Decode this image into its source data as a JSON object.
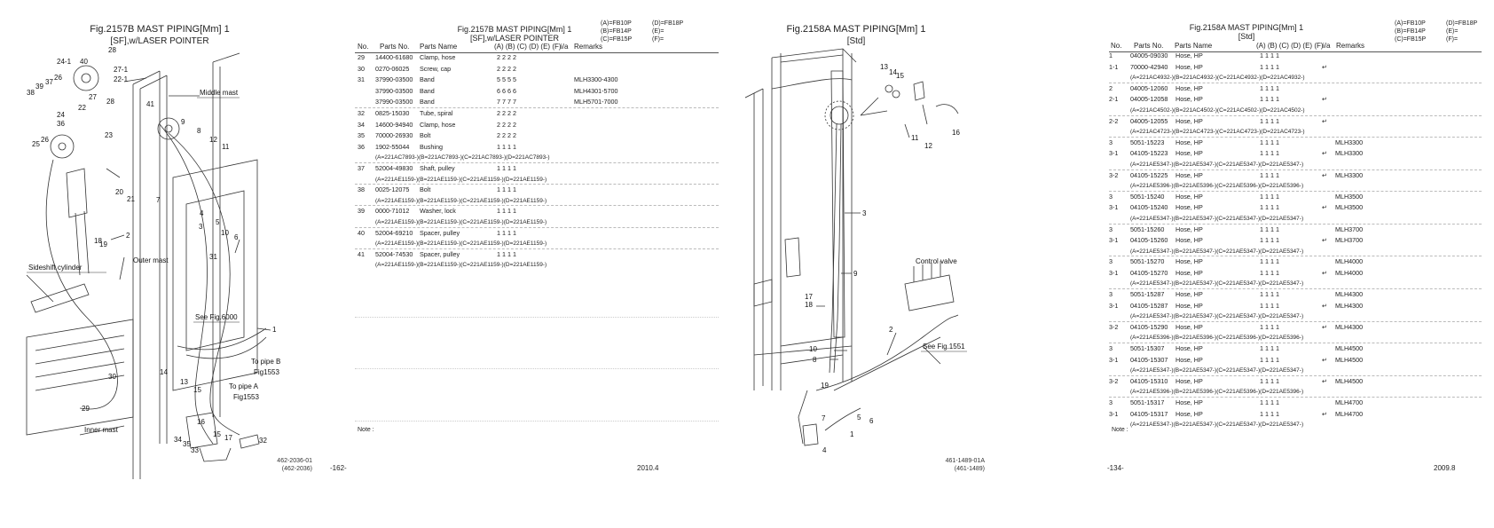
{
  "left": {
    "figure": {
      "title": "Fig.2157B  MAST PIPING[Mm] 1",
      "subtitle": "[SF],w/LASER POINTER",
      "labels": {
        "middle_mast": "Middle mast",
        "outer_mast": "Outer mast",
        "sideshift_cylinder": "Sideshift cylinder",
        "see_fig": "See Fig.6000",
        "to_pipe_b": "To pipe B",
        "fig_b": "Fig1553",
        "to_pipe_a": "To pipe A",
        "fig_a": "Fig1553",
        "inner_mast": "Inner mast"
      },
      "callouts": [
        "28",
        "27-1",
        "22-1",
        "24-1",
        "40",
        "38",
        "39",
        "37",
        "26",
        "27",
        "28",
        "22",
        "23",
        "24",
        "36",
        "25",
        "26",
        "41",
        "9",
        "8",
        "12",
        "11",
        "20",
        "21",
        "7",
        "2",
        "19",
        "18",
        "4",
        "3",
        "5",
        "10",
        "6",
        "31",
        "1",
        "14",
        "30",
        "29",
        "13",
        "15",
        "16",
        "17",
        "15",
        "34",
        "33",
        "35",
        "32"
      ],
      "drawing_no": [
        "462-2036-01",
        "(462-2036)"
      ]
    },
    "table": {
      "title": "Fig.2157B  MAST PIPING[Mm] 1",
      "subtitle": "[SF],w/LASER POINTER",
      "models": [
        "(A)=FB10P",
        "(D)=FB18P",
        "(B)=FB14P",
        "(E)=",
        "(C)=FB15P",
        "(F)="
      ],
      "headers": {
        "no": "No.",
        "parts_no": "Parts No.",
        "parts_name": "Parts Name",
        "cols": "(A) (B) (C) (D) (E) (F)",
        "ia": "i/a",
        "remarks": "Remarks"
      },
      "rows": [
        {
          "no": "29",
          "pn": "14400-61680",
          "name": "Clamp, hose",
          "qty": "2   2   2   2",
          "remarks": "",
          "sep": false
        },
        {
          "no": "30",
          "pn": "0270-06025",
          "name": "Screw, cap",
          "qty": "2   2   2   2",
          "remarks": "",
          "sep": false
        },
        {
          "no": "31",
          "pn": "37990-03500",
          "name": "Band",
          "qty": "5   5   5   5",
          "remarks": "MLH3300-4300",
          "sep": false
        },
        {
          "no": "",
          "pn": "37990-03500",
          "name": "Band",
          "qty": "6   6   6   6",
          "remarks": "MLH4301-5700",
          "sep": false
        },
        {
          "no": "",
          "pn": "37990-03500",
          "name": "Band",
          "qty": "7   7   7   7",
          "remarks": "MLH5701-7000",
          "sep": true
        },
        {
          "no": "32",
          "pn": "0825-15030",
          "name": "Tube, spiral",
          "qty": "2   2   2   2",
          "remarks": "",
          "sep": false
        },
        {
          "no": "34",
          "pn": "14600-94940",
          "name": "Clamp, hose",
          "qty": "2   2   2   2",
          "remarks": "",
          "sep": false
        },
        {
          "no": "35",
          "pn": "70000-26930",
          "name": "Bolt",
          "qty": "2   2   2   2",
          "remarks": "",
          "sep": false
        },
        {
          "no": "36",
          "pn": "1902-55044",
          "name": "Bushing",
          "qty": "1   1   1   1",
          "remarks": "",
          "sep": false
        },
        {
          "cont": "(A=221AC7893-)(B=221AC7893-)(C=221AC7893-)(D=221AC7893-)",
          "sep": true
        },
        {
          "no": "37",
          "pn": "52004-49830",
          "name": "Shaft, pulley",
          "qty": "1   1   1   1",
          "remarks": "",
          "sep": false
        },
        {
          "cont": "(A=221AE1159-)(B=221AE1159-)(C=221AE1159-)(D=221AE1159-)",
          "sep": true
        },
        {
          "no": "38",
          "pn": "0025-12075",
          "name": "Bolt",
          "qty": "1   1   1   1",
          "remarks": "",
          "sep": false
        },
        {
          "cont": "(A=221AE1159-)(B=221AE1159-)(C=221AE1159-)(D=221AE1159-)",
          "sep": true
        },
        {
          "no": "39",
          "pn": "0000-71012",
          "name": "Washer, lock",
          "qty": "1   1   1   1",
          "remarks": "",
          "sep": false
        },
        {
          "cont": "(A=221AE1159-)(B=221AE1159-)(C=221AE1159-)(D=221AE1159-)",
          "sep": true
        },
        {
          "no": "40",
          "pn": "52004-69210",
          "name": "Spacer, pulley",
          "qty": "1   1   1   1",
          "remarks": "",
          "sep": false
        },
        {
          "cont": "(A=221AE1159-)(B=221AE1159-)(C=221AE1159-)(D=221AE1159-)",
          "sep": true
        },
        {
          "no": "41",
          "pn": "52004-74530",
          "name": "Spacer, pulley",
          "qty": "1   1   1   1",
          "remarks": "",
          "sep": false
        },
        {
          "cont": "(A=221AE1159-)(B=221AE1159-)(C=221AE1159-)(D=221AE1159-)",
          "sep": false
        }
      ],
      "note": "Note :",
      "page_no": "-162-",
      "date": "2010.4"
    }
  },
  "right": {
    "figure": {
      "title": "Fig.2158A  MAST PIPING[Mm] 1",
      "subtitle": "[Std]",
      "labels": {
        "control_valve": "Control valve",
        "see_fig": "See Fig.1551"
      },
      "callouts": [
        "13",
        "14",
        "15",
        "11",
        "12",
        "16",
        "3",
        "9",
        "17",
        "18",
        "2",
        "10",
        "8",
        "19",
        "7",
        "5",
        "6",
        "1",
        "4"
      ],
      "drawing_no": [
        "461-1489-01A",
        "(461-1489)"
      ]
    },
    "table": {
      "title": "Fig.2158A  MAST PIPING[Mm] 1",
      "subtitle": "[Std]",
      "models": [
        "(A)=FB10P",
        "(D)=FB18P",
        "(B)=FB14P",
        "(E)=",
        "(C)=FB15P",
        "(F)="
      ],
      "headers": {
        "no": "No.",
        "parts_no": "Parts No.",
        "parts_name": "Parts Name",
        "cols": "(A) (B) (C) (D) (E) (F)",
        "ia": "i/a",
        "remarks": "Remarks"
      },
      "rows": [
        {
          "no": "1",
          "pn": "04005-09030",
          "name": "Hose, HP",
          "qty": "1   1   1   1",
          "ia": "",
          "remarks": "",
          "sep": false
        },
        {
          "no": "1-1",
          "pn": "70000-42940",
          "name": "Hose, HP",
          "qty": "1   1   1   1",
          "ia": "↵",
          "remarks": "",
          "sep": false
        },
        {
          "cont": "(A=221AC4932-)(B=221AC4932-)(C=221AC4932-)(D=221AC4932-)",
          "sep": true
        },
        {
          "no": "2",
          "pn": "04005-12060",
          "name": "Hose, HP",
          "qty": "1   1   1   1",
          "ia": "",
          "remarks": "",
          "sep": false
        },
        {
          "no": "2-1",
          "pn": "04005-12058",
          "name": "Hose, HP",
          "qty": "1   1   1   1",
          "ia": "↵",
          "remarks": "",
          "sep": false
        },
        {
          "cont": "(A=221AC4502-)(B=221AC4502-)(C=221AC4502-)(D=221AC4502-)",
          "sep": true
        },
        {
          "no": "2-2",
          "pn": "04005-12055",
          "name": "Hose, HP",
          "qty": "1   1   1   1",
          "ia": "↵",
          "remarks": "",
          "sep": false
        },
        {
          "cont": "(A=221AC4723-)(B=221AC4723-)(C=221AC4723-)(D=221AC4723-)",
          "sep": true
        },
        {
          "no": "3",
          "pn": "5051-15223",
          "name": "Hose, HP",
          "qty": "1   1   1   1",
          "ia": "",
          "remarks": "MLH3300",
          "sep": false
        },
        {
          "no": "3-1",
          "pn": "04105-15223",
          "name": "Hose, HP",
          "qty": "1   1   1   1",
          "ia": "↵",
          "remarks": "MLH3300",
          "sep": false
        },
        {
          "cont": "(A=221AE5347-)(B=221AE5347-)(C=221AE5347-)(D=221AE5347-)",
          "sep": true
        },
        {
          "no": "3-2",
          "pn": "04105-15225",
          "name": "Hose, HP",
          "qty": "1   1   1   1",
          "ia": "↵",
          "remarks": "MLH3300",
          "sep": false
        },
        {
          "cont": "(A=221AE5396-)(B=221AE5396-)(C=221AE5396-)(D=221AE5396-)",
          "sep": true
        },
        {
          "no": "3",
          "pn": "5051-15240",
          "name": "Hose, HP",
          "qty": "1   1   1   1",
          "ia": "",
          "remarks": "MLH3500",
          "sep": false
        },
        {
          "no": "3-1",
          "pn": "04105-15240",
          "name": "Hose, HP",
          "qty": "1   1   1   1",
          "ia": "↵",
          "remarks": "MLH3500",
          "sep": false
        },
        {
          "cont": "(A=221AE5347-)(B=221AE5347-)(C=221AE5347-)(D=221AE5347-)",
          "sep": true
        },
        {
          "no": "3",
          "pn": "5051-15260",
          "name": "Hose, HP",
          "qty": "1   1   1   1",
          "ia": "",
          "remarks": "MLH3700",
          "sep": false
        },
        {
          "no": "3-1",
          "pn": "04105-15260",
          "name": "Hose, HP",
          "qty": "1   1   1   1",
          "ia": "↵",
          "remarks": "MLH3700",
          "sep": false
        },
        {
          "cont": "(A=221AE5347-)(B=221AE5347-)(C=221AE5347-)(D=221AE5347-)",
          "sep": true
        },
        {
          "no": "3",
          "pn": "5051-15270",
          "name": "Hose, HP",
          "qty": "1   1   1   1",
          "ia": "",
          "remarks": "MLH4000",
          "sep": false
        },
        {
          "no": "3-1",
          "pn": "04105-15270",
          "name": "Hose, HP",
          "qty": "1   1   1   1",
          "ia": "↵",
          "remarks": "MLH4000",
          "sep": false
        },
        {
          "cont": "(A=221AE5347-)(B=221AE5347-)(C=221AE5347-)(D=221AE5347-)",
          "sep": true
        },
        {
          "no": "3",
          "pn": "5051-15287",
          "name": "Hose, HP",
          "qty": "1   1   1   1",
          "ia": "",
          "remarks": "MLH4300",
          "sep": false
        },
        {
          "no": "3-1",
          "pn": "04105-15287",
          "name": "Hose, HP",
          "qty": "1   1   1   1",
          "ia": "↵",
          "remarks": "MLH4300",
          "sep": false
        },
        {
          "cont": "(A=221AE5347-)(B=221AE5347-)(C=221AE5347-)(D=221AE5347-)",
          "sep": true
        },
        {
          "no": "3-2",
          "pn": "04105-15290",
          "name": "Hose, HP",
          "qty": "1   1   1   1",
          "ia": "↵",
          "remarks": "MLH4300",
          "sep": false
        },
        {
          "cont": "(A=221AE5396-)(B=221AE5396-)(C=221AE5396-)(D=221AE5396-)",
          "sep": true
        },
        {
          "no": "3",
          "pn": "5051-15307",
          "name": "Hose, HP",
          "qty": "1   1   1   1",
          "ia": "",
          "remarks": "MLH4500",
          "sep": false
        },
        {
          "no": "3-1",
          "pn": "04105-15307",
          "name": "Hose, HP",
          "qty": "1   1   1   1",
          "ia": "↵",
          "remarks": "MLH4500",
          "sep": false
        },
        {
          "cont": "(A=221AE5347-)(B=221AE5347-)(C=221AE5347-)(D=221AE5347-)",
          "sep": true
        },
        {
          "no": "3-2",
          "pn": "04105-15310",
          "name": "Hose, HP",
          "qty": "1   1   1   1",
          "ia": "↵",
          "remarks": "MLH4500",
          "sep": false
        },
        {
          "cont": "(A=221AE5396-)(B=221AE5396-)(C=221AE5396-)(D=221AE5396-)",
          "sep": true
        },
        {
          "no": "3",
          "pn": "5051-15317",
          "name": "Hose, HP",
          "qty": "1   1   1   1",
          "ia": "",
          "remarks": "MLH4700",
          "sep": false
        },
        {
          "no": "3-1",
          "pn": "04105-15317",
          "name": "Hose, HP",
          "qty": "1   1   1   1",
          "ia": "↵",
          "remarks": "MLH4700",
          "sep": false
        },
        {
          "cont": "(A=221AE5347-)(B=221AE5347-)(C=221AE5347-)(D=221AE5347-)",
          "sep": false
        }
      ],
      "note": "Note :",
      "page_no": "-134-",
      "date": "2009.8"
    }
  }
}
